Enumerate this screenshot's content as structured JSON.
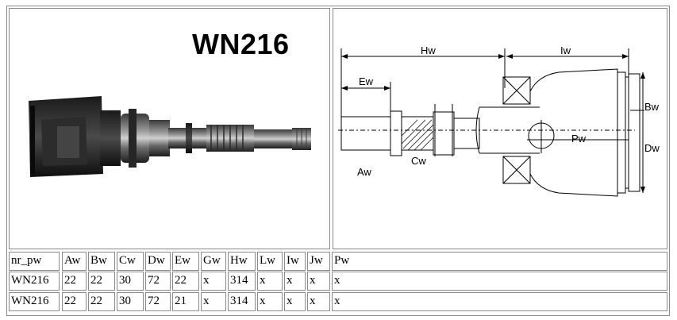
{
  "product": {
    "code": "WN216"
  },
  "diagram": {
    "labels": {
      "Hw": "Hw",
      "Iw": "Iw",
      "Ew": "Ew",
      "Aw": "Aw",
      "Cw": "Cw",
      "Pw": "Pw",
      "Bw": "Bw",
      "Dw": "Dw"
    }
  },
  "table": {
    "headers": [
      "nr_pw",
      "Aw",
      "Bw",
      "Cw",
      "Dw",
      "Ew",
      "Gw",
      "Hw",
      "Lw",
      "Iw",
      "Jw",
      "Pw"
    ],
    "rows": [
      [
        "WN216",
        "22",
        "22",
        "30",
        "72",
        "22",
        "x",
        "314",
        "x",
        "x",
        "x",
        "x"
      ],
      [
        "WN216",
        "22",
        "22",
        "30",
        "72",
        "21",
        "x",
        "314",
        "x",
        "x",
        "x",
        "x"
      ]
    ]
  }
}
